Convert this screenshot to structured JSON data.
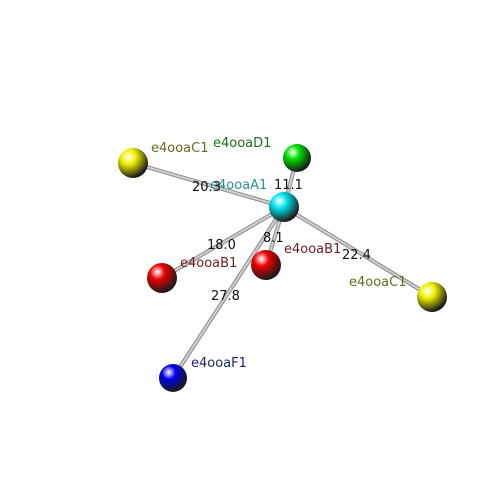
{
  "colors": {
    "background": "#ffffff",
    "bond": "#d0d0d0",
    "bond_edge": "#8a8a8a"
  },
  "atoms": [
    {
      "id": "center",
      "label": "e4ooaA1",
      "ball_color": "#00e5ee",
      "label_color": "#2f8f8f"
    },
    {
      "id": "c1_left",
      "label": "e4ooaC1",
      "ball_color": "#f0f000",
      "label_color": "#6b6b1f"
    },
    {
      "id": "d1",
      "label": "e4ooaD1",
      "ball_color": "#00e000",
      "label_color": "#1f6b1f"
    },
    {
      "id": "b1_left",
      "label": "e4ooaB1",
      "ball_color": "#ee0000",
      "label_color": "#6b1f1f"
    },
    {
      "id": "b1_right",
      "label": "e4ooaB1",
      "ball_color": "#ee0000",
      "label_color": "#6b1f1f"
    },
    {
      "id": "c1_right",
      "label": "e4ooaC1",
      "ball_color": "#f0f000",
      "label_color": "#6b6b1f"
    },
    {
      "id": "f1",
      "label": "e4ooaF1",
      "ball_color": "#0000ee",
      "label_color": "#1f1f6b"
    }
  ],
  "distances": [
    {
      "id": "c1_left",
      "value": "20.3"
    },
    {
      "id": "d1",
      "value": "11.1"
    },
    {
      "id": "b1_left",
      "value": "18.0"
    },
    {
      "id": "b1_right",
      "value": "8.1"
    },
    {
      "id": "c1_right",
      "value": "22.4"
    },
    {
      "id": "f1",
      "value": "27.8"
    }
  ]
}
